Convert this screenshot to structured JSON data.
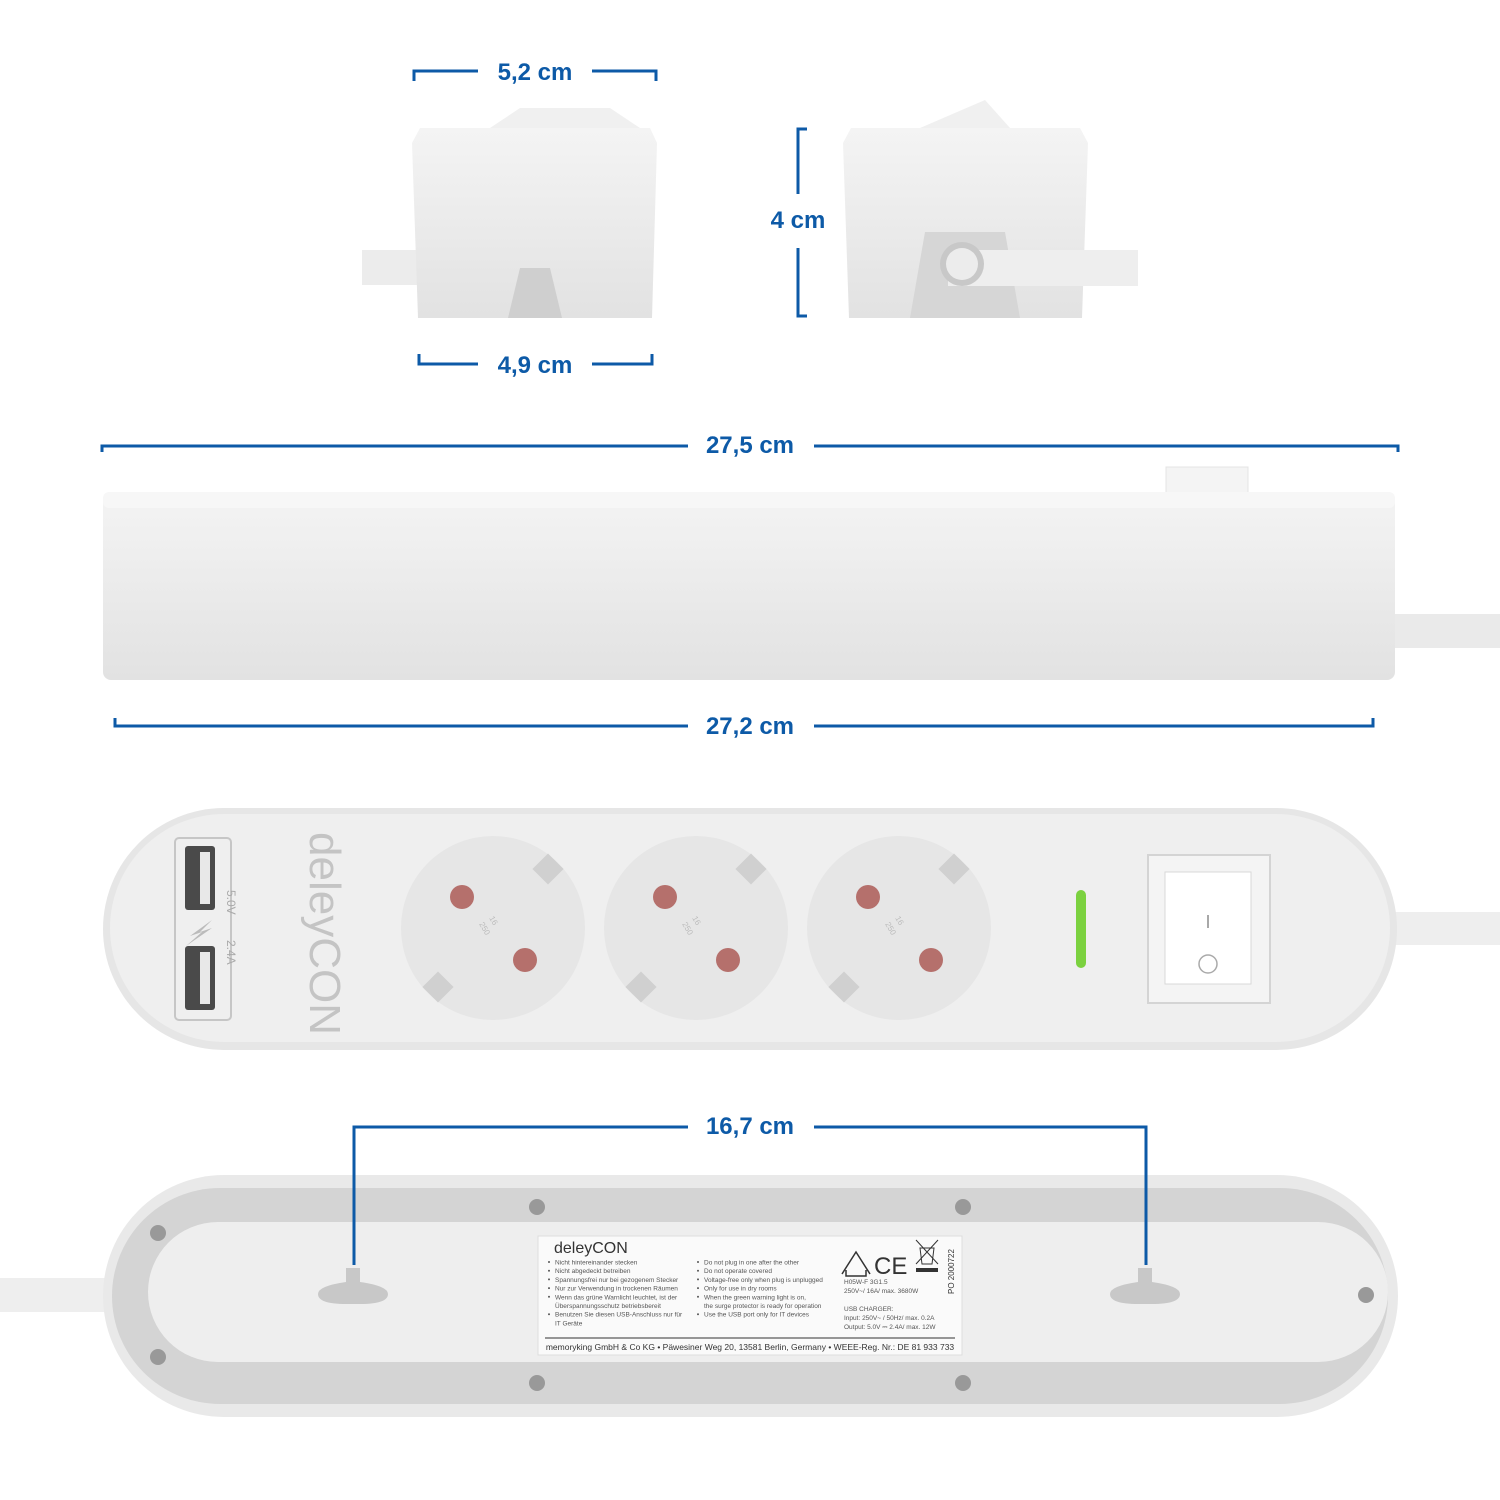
{
  "dimensions": {
    "end_width": "5,2 cm",
    "end_base_width": "4,9 cm",
    "height": "4 cm",
    "total_length": "27,5 cm",
    "body_length": "27,2 cm",
    "mount_hole_distance": "16,7 cm"
  },
  "product": {
    "brand": "deleyCON",
    "usb_rating_voltage": "5.0V",
    "usb_rating_current": "2.4A",
    "socket_marking_a": "16",
    "socket_marking_b": "250",
    "switch_on_symbol": "I",
    "switch_off_symbol": "O"
  },
  "label": {
    "brand": "deleyCON",
    "german_notes": [
      "Nicht hintereinander stecken",
      "Nicht abgedeckt betreiben",
      "Spannungsfrei nur bei gezogenem Stecker",
      "Nur zur Verwendung in trockenen Räumen",
      "Wenn das grüne Warnlicht leuchtet, ist der",
      "Überspannungsschutz betriebsbereit",
      "Benutzen Sie diesen USB-Anschluss nur für",
      "IT Geräte"
    ],
    "english_notes": [
      "Do not plug in one after the other",
      "Do not operate covered",
      "Voltage-free only when plug is unplugged",
      "Only for use in dry rooms",
      "When the green warning light is on,",
      "the surge protector is ready for operation",
      "Use the USB port only for IT devices"
    ],
    "cable": "H05W-F 3G1.5",
    "rating": "250V~/ 16A/ max. 3680W",
    "usb_title": "USB CHARGER:",
    "usb_input": "Input: 250V~ / 50Hz/ max. 0.2A",
    "usb_output": "Output: 5.0V ⎓ 2.4A/ max. 12W",
    "po": "PO 2000722",
    "ce": "CE",
    "footer": "memoryking GmbH & Co KG • Päwesiner Weg 20, 13581 Berlin, Germany • WEEE-Reg. Nr.: DE 81 933 733"
  },
  "colors": {
    "dimension": "#0d5aa7",
    "pin": "#b5706c",
    "led": "#7bd13f"
  }
}
